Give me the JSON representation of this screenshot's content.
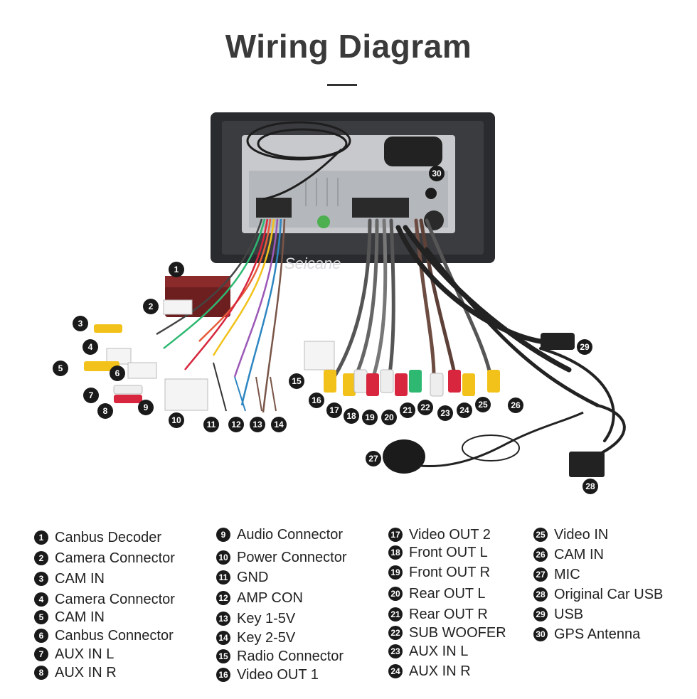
{
  "title": "Wiring Diagram",
  "watermark": "Seicane",
  "colors": {
    "badge": "#1a1a1a",
    "title": "#3a3a3a",
    "wire_yellow": "#f2c21b",
    "wire_red": "#d7263d",
    "wire_white": "#eeeeee",
    "wire_green": "#2eb872"
  },
  "legend": [
    {
      "n": "1",
      "label": "Canbus Decoder"
    },
    {
      "n": "2",
      "label": "Camera Connector"
    },
    {
      "n": "3",
      "label": "CAM IN"
    },
    {
      "n": "4",
      "label": "Camera Connector"
    },
    {
      "n": "5",
      "label": "CAM IN"
    },
    {
      "n": "6",
      "label": "Canbus Connector"
    },
    {
      "n": "7",
      "label": "AUX IN L"
    },
    {
      "n": "8",
      "label": "AUX IN R"
    },
    {
      "n": "9",
      "label": "Audio Connector"
    },
    {
      "n": "10",
      "label": "Power Connector"
    },
    {
      "n": "11",
      "label": "GND"
    },
    {
      "n": "12",
      "label": "AMP CON"
    },
    {
      "n": "13",
      "label": "Key 1-5V"
    },
    {
      "n": "14",
      "label": "Key 2-5V"
    },
    {
      "n": "15",
      "label": "Radio Connector"
    },
    {
      "n": "16",
      "label": "Video OUT 1"
    },
    {
      "n": "17",
      "label": "Video OUT 2"
    },
    {
      "n": "18",
      "label": "Front OUT L"
    },
    {
      "n": "19",
      "label": "Front OUT R"
    },
    {
      "n": "20",
      "label": "Rear OUT L"
    },
    {
      "n": "21",
      "label": "Rear OUT R"
    },
    {
      "n": "22",
      "label": "SUB WOOFER"
    },
    {
      "n": "23",
      "label": "AUX IN L"
    },
    {
      "n": "24",
      "label": "AUX IN R"
    },
    {
      "n": "25",
      "label": "Video IN"
    },
    {
      "n": "26",
      "label": "CAM IN"
    },
    {
      "n": "27",
      "label": "MIC"
    },
    {
      "n": "28",
      "label": "Original Car USB"
    },
    {
      "n": "29",
      "label": "USB"
    },
    {
      "n": "30",
      "label": "GPS Antenna"
    }
  ]
}
